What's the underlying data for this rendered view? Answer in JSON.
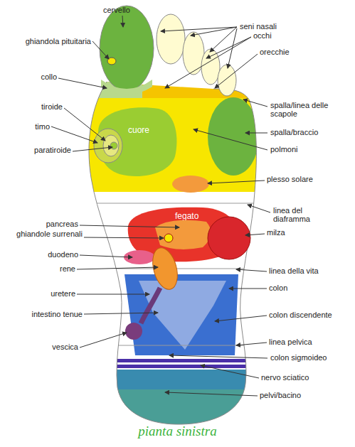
{
  "diagram": {
    "caption": "pianta sinistra",
    "nodes": [
      {
        "text": [
          "cuore"
        ]
      },
      {
        "text": [
          "fegato"
        ]
      }
    ],
    "labels": [
      "cervello",
      "seni nasali",
      "occhi",
      "ghiandola pituitaria",
      "orecchie",
      "collo",
      "spalla/linea delle scapole",
      "tiroide",
      "spalla/braccio",
      "timo",
      "paratiroide",
      "polmoni",
      "plesso solare",
      "linea del diaframma",
      "pancreas",
      "milza",
      "ghiandole surrenali",
      "duodeno",
      "rene",
      "linea della vita",
      "colon",
      "uretere",
      "intestino tenue",
      "colon discendente",
      "linea pelvica",
      "vescica",
      "colon sigmoideo",
      "nervo sciatico",
      "pelvi/bacino"
    ]
  }
}
